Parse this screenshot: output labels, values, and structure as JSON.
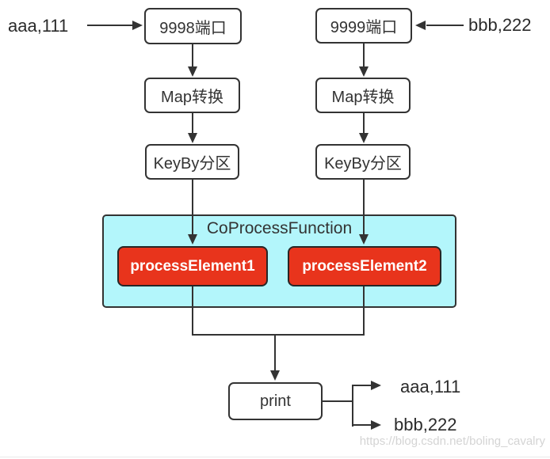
{
  "diagram": {
    "inputs": {
      "left_label": "aaa,111",
      "right_label": "bbb,222"
    },
    "nodes": {
      "port_left": "9998端口",
      "port_right": "9999端口",
      "map_left": "Map转换",
      "map_right": "Map转换",
      "keyby_left": "KeyBy分区",
      "keyby_right": "KeyBy分区",
      "coprocess_title": "CoProcessFunction",
      "process_element_1": "processElement1",
      "process_element_2": "processElement2",
      "print": "print"
    },
    "outputs": {
      "top": "aaa,111",
      "bottom": "bbb,222"
    },
    "watermark": "https://blog.csdn.net/boling_cavalry",
    "colors": {
      "coprocess_background": "#b3f6fb",
      "process_box_background": "#e8341c",
      "process_box_text": "#ffffff",
      "line": "#333333",
      "box_border": "#333333",
      "watermark_text": "#d4d4d4"
    }
  }
}
